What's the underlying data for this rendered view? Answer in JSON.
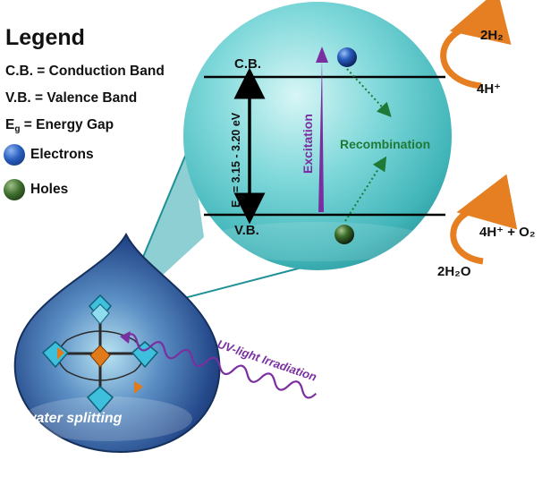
{
  "legend": {
    "title": "Legend",
    "cb_def": "C.B. = Conduction Band",
    "vb_def": "V.B. = Valence Band",
    "eg_symbol": "E",
    "eg_sub": "g",
    "eg_def": " = Energy Gap",
    "electrons_label": "Electrons",
    "holes_label": "Holes"
  },
  "sphere": {
    "cb_label": "C.B.",
    "vb_label": "V.B.",
    "gap_symbol": "E",
    "gap_sub": "g",
    "gap_value": "= 3.15 - 3.20 eV",
    "excitation_label": "Excitation",
    "recombination_label": "Recombination"
  },
  "reactions": {
    "top_product": "2H₂",
    "top_reactant": "4H⁺",
    "bottom_product": "4H⁺ + O₂",
    "bottom_reactant": "2H₂O"
  },
  "droplet": {
    "label": "water splitting",
    "uv_label": "UV-light Irradiation"
  },
  "colors": {
    "electron": "#1f4fa8",
    "hole": "#2f5a23",
    "excitation": "#7a2fa0",
    "recombination": "#1e7a36",
    "reaction_arrow": "#e67e22",
    "sphere": "#5cc9cc",
    "droplet": "#1e3f78"
  }
}
